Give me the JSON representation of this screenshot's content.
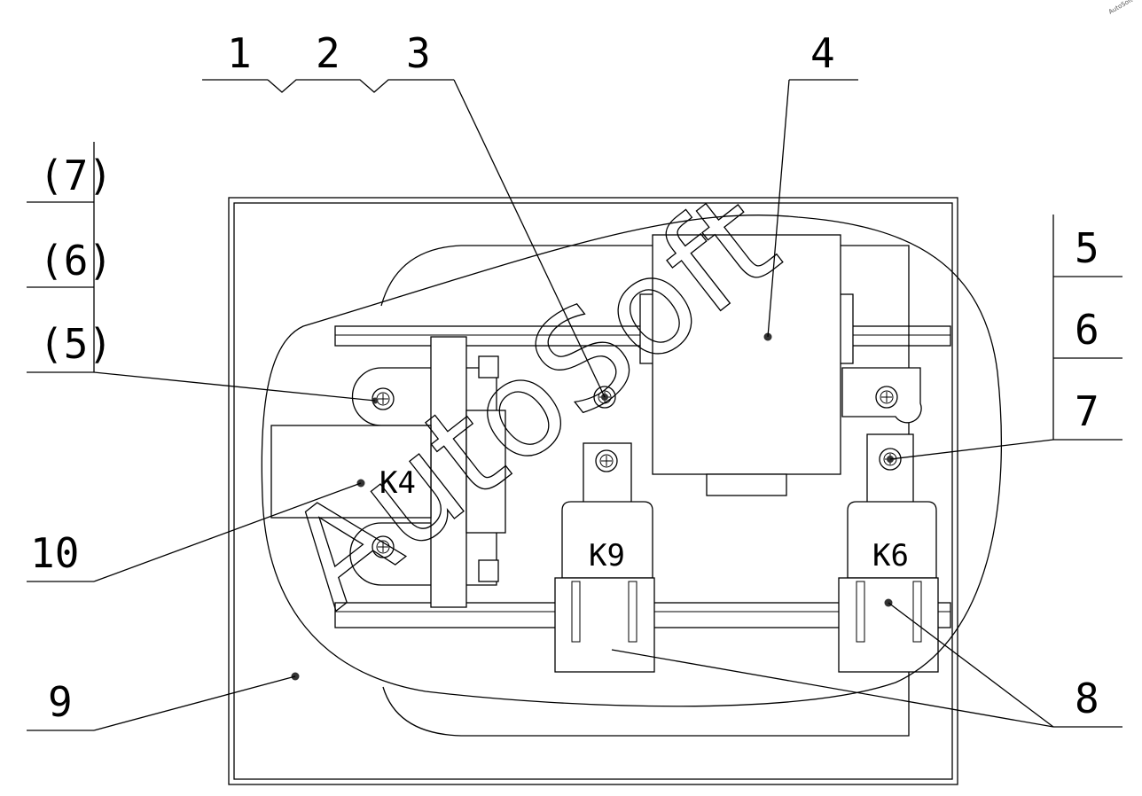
{
  "callouts": {
    "c1": "1",
    "c2": "2",
    "c3": "3",
    "c4": "4",
    "c5": "5",
    "c6": "6",
    "c7": "7",
    "c8": "8",
    "c9": "9",
    "c10": "10",
    "c5p": "(5)",
    "c6p": "(6)",
    "c7p": "(7)"
  },
  "parts": {
    "k4": "K4",
    "k9": "K9",
    "k6": "K6"
  },
  "watermark": {
    "text": "AutoSoft",
    "corner": "AutoSoft"
  }
}
